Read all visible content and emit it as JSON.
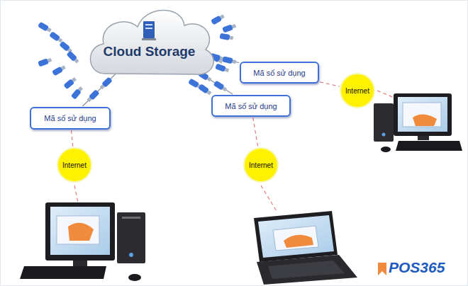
{
  "diagram": {
    "nodes": [
      {
        "text": [
          "Cloud Storage"
        ]
      },
      {
        "text": [
          "Mã số sử dụng"
        ]
      },
      {
        "text": [
          "Mã số sử dụng"
        ]
      },
      {
        "text": [
          "Mã số sử dụng"
        ]
      },
      {
        "text": [
          "Internet"
        ]
      },
      {
        "text": [
          "Internet"
        ]
      },
      {
        "text": [
          "Internet"
        ]
      }
    ],
    "edges": [
      {
        "from": 0,
        "to": 1,
        "arrow": "none"
      },
      {
        "from": 0,
        "to": 2,
        "arrow": "none"
      },
      {
        "from": 0,
        "to": 3,
        "arrow": "none"
      },
      {
        "from": 1,
        "to": 4,
        "arrow": "none"
      },
      {
        "from": 2,
        "to": 6,
        "arrow": "none"
      },
      {
        "from": 3,
        "to": 5,
        "arrow": "none"
      }
    ],
    "labels": [
      "POS365"
    ]
  }
}
